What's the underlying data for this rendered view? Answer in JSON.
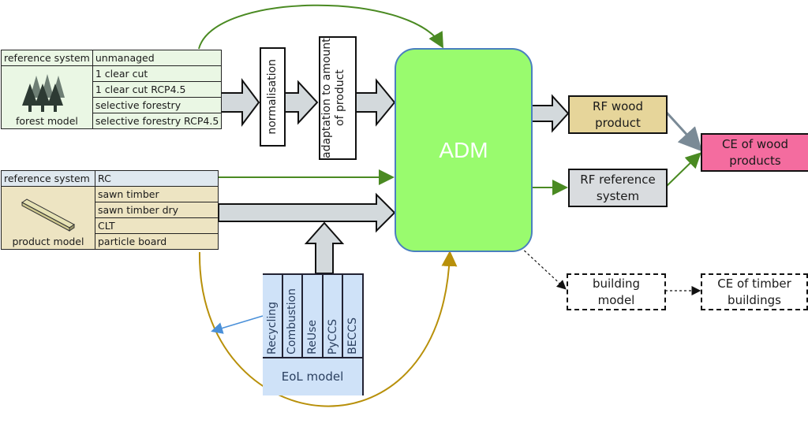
{
  "forest_model": {
    "ref_label": "reference system",
    "ref_value": "unmanaged",
    "name": "forest model",
    "icon": "trees-icon",
    "scenarios": [
      "1 clear cut",
      "1 clear cut RCP4.5",
      "selective forestry",
      "selective forestry RCP4.5"
    ]
  },
  "product_model": {
    "ref_label": "reference system",
    "ref_value": "RC",
    "name": "product model",
    "icon": "timber-beam-icon",
    "products": [
      "sawn timber",
      "sawn timber dry",
      "CLT",
      "particle board"
    ]
  },
  "steps": {
    "normalisation": "normalisation",
    "adaptation": "adaptation to amount of product"
  },
  "adm": {
    "label": "ADM"
  },
  "eol_model": {
    "name": "EoL model",
    "options": [
      "Recycling",
      "Combustion",
      "ReUse",
      "PyCCS",
      "BECCS"
    ]
  },
  "outputs": {
    "rf_wood": "RF wood product",
    "rf_reference": "RF reference system",
    "ce_wood": "CE of wood products",
    "building_model": "building model",
    "ce_timber": "CE of timber buildings"
  },
  "colors": {
    "adm_fill": "#99fb6e",
    "adm_border": "#4a7fbf",
    "rf_wood_fill": "#e6d59a",
    "rf_reference_fill": "#d9dcdf",
    "ce_wood_fill": "#f46c9f",
    "green_link": "#4a8a22",
    "gold_link": "#b8900a",
    "blue_link": "#4a90d9",
    "gray_link": "#7a8a96",
    "block_arrow": "#d3d9dc"
  }
}
